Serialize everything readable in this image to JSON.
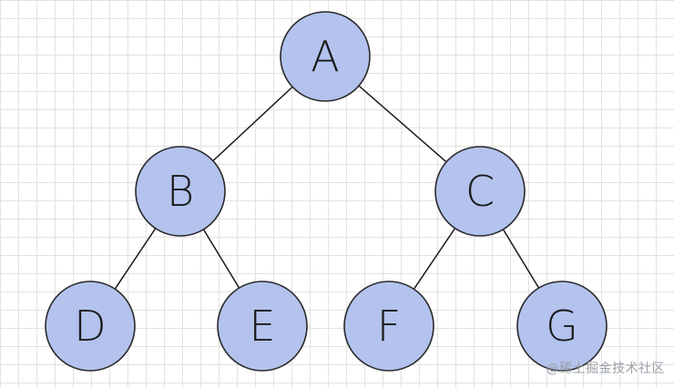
{
  "tree": {
    "nodes": [
      {
        "id": "A",
        "label": "A"
      },
      {
        "id": "B",
        "label": "B"
      },
      {
        "id": "C",
        "label": "C"
      },
      {
        "id": "D",
        "label": "D"
      },
      {
        "id": "E",
        "label": "E"
      },
      {
        "id": "F",
        "label": "F"
      },
      {
        "id": "G",
        "label": "G"
      }
    ],
    "edges": [
      {
        "from": "A",
        "to": "B"
      },
      {
        "from": "A",
        "to": "C"
      },
      {
        "from": "B",
        "to": "D"
      },
      {
        "from": "B",
        "to": "E"
      },
      {
        "from": "C",
        "to": "F"
      },
      {
        "from": "C",
        "to": "G"
      }
    ]
  },
  "watermark": "@稀土掘金技术社区"
}
